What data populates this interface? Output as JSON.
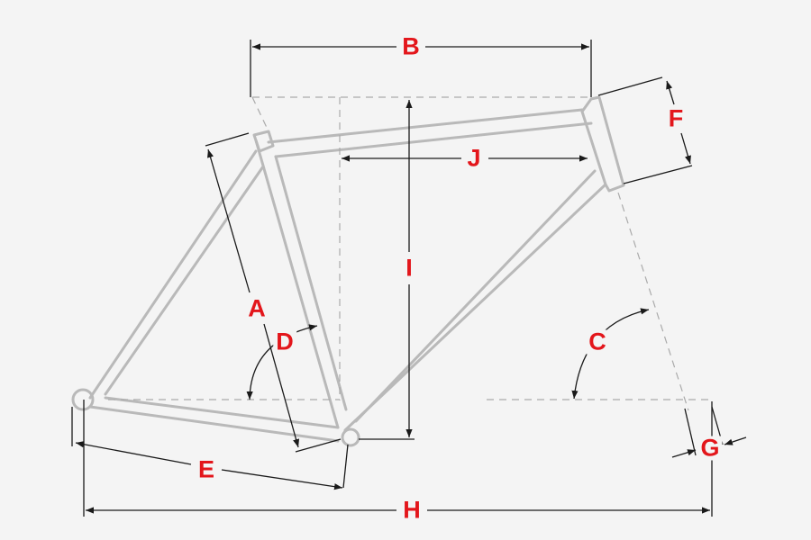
{
  "diagram": {
    "labels": {
      "A": "A",
      "B": "B",
      "C": "C",
      "D": "D",
      "E": "E",
      "F": "F",
      "G": "G",
      "H": "H",
      "I": "I",
      "J": "J"
    },
    "colors": {
      "background": "#f4f4f4",
      "frame": "#b9b9b9",
      "dim_line": "#1a1a1a",
      "guide": "#aaaaaa",
      "label": "#e3161b"
    }
  }
}
